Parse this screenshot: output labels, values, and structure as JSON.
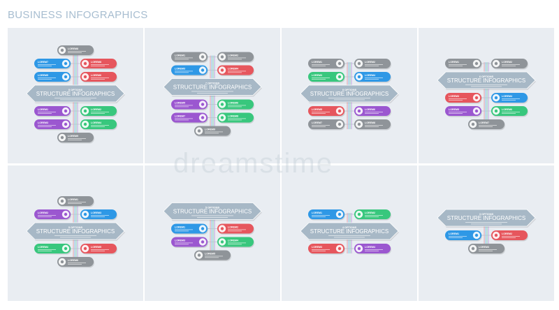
{
  "page": {
    "title": "BUSINESS INFOGRAPHICS"
  },
  "watermark": "dreamstime",
  "colors": {
    "panel": "#e9edf2",
    "header": "#a7b8c6",
    "gray": "#8f9499",
    "blue": "#2e98e6",
    "red": "#e6565d",
    "green": "#38c77d",
    "purple": "#9b57d0",
    "connector": "#b9c3cd"
  },
  "icon_names": [
    "people-icon",
    "gear-icon",
    "chart-icon",
    "target-icon",
    "person-icon",
    "bulb-icon",
    "clock-icon",
    "flag-icon"
  ],
  "header_text": {
    "subtitle": "5 OPTIONS",
    "title": "STRUCTURE INFOGRAPHICS"
  },
  "panels": [
    {
      "header": {
        "subtitle": "8 OPTIONS",
        "title": "STRUCTURE INFOGRAPHICS"
      },
      "top": [
        [
          "LOREM8",
          "gray"
        ]
      ],
      "pairs_top": [
        [
          [
            "LOREM7",
            "blue"
          ],
          [
            "LOREM8",
            "red"
          ]
        ],
        [
          [
            "LOREM5",
            "blue"
          ],
          [
            "LOREM6",
            "red"
          ]
        ]
      ],
      "pairs_bottom": [
        [
          [
            "LOREM1",
            "purple"
          ],
          [
            "LOREM2",
            "green"
          ]
        ],
        [
          [
            "LOREM3",
            "purple"
          ],
          [
            "LOREM4",
            "green"
          ]
        ]
      ],
      "bottom": [
        [
          "LOREM9",
          "gray"
        ]
      ]
    },
    {
      "header": {
        "subtitle": "7 OPTIONS",
        "title": "STRUCTURE INFOGRAPHICS"
      },
      "top": [],
      "pairs_top": [
        [
          [
            "LOREM1",
            "gray"
          ],
          [
            "LOREM2",
            "gray"
          ]
        ],
        [
          [
            "LOREM3",
            "blue"
          ],
          [
            "LOREM4",
            "red"
          ]
        ]
      ],
      "pairs_bottom": [
        [
          [
            "LOREM5",
            "purple"
          ],
          [
            "LOREM6",
            "green"
          ]
        ],
        [
          [
            "LOREM7",
            "purple"
          ],
          [
            "LOREM8",
            "green"
          ]
        ]
      ],
      "bottom": [
        [
          "LOREM9",
          "gray"
        ]
      ]
    },
    {
      "header": {
        "subtitle": "8 OPTIONS",
        "title": "STRUCTURE INFOGRAPHICS"
      },
      "top": [],
      "pairs_top": [
        [
          [
            "LOREM1",
            "gray"
          ],
          [
            "LOREM2",
            "gray"
          ]
        ],
        [
          [
            "LOREM3",
            "green"
          ],
          [
            "LOREM4",
            "blue"
          ]
        ]
      ],
      "pairs_bottom": [
        [
          [
            "LOREM5",
            "red"
          ],
          [
            "LOREM6",
            "purple"
          ]
        ],
        [
          [
            "LOREM7",
            "gray"
          ],
          [
            "LOREM8",
            "gray"
          ]
        ]
      ],
      "bottom": []
    },
    {
      "header": {
        "subtitle": "6 OPTIONS",
        "title": "STRUCTURE INFOGRAPHICS"
      },
      "top": [],
      "pairs_top": [
        [
          [
            "LOREM1",
            "gray"
          ],
          [
            "LOREM2",
            "gray"
          ]
        ]
      ],
      "pairs_bottom": [
        [
          [
            "LOREM3",
            "red"
          ],
          [
            "LOREM4",
            "blue"
          ]
        ],
        [
          [
            "LOREM5",
            "purple"
          ],
          [
            "LOREM6",
            "green"
          ]
        ]
      ],
      "bottom": [
        [
          "LOREM7",
          "gray"
        ]
      ]
    },
    {
      "header": {
        "subtitle": "5 OPTIONS",
        "title": "STRUCTURE INFOGRAPHICS"
      },
      "top": [
        [
          "LOREM1",
          "gray"
        ]
      ],
      "pairs_top": [
        [
          [
            "LOREM2",
            "purple"
          ],
          [
            "LOREM3",
            "blue"
          ]
        ]
      ],
      "pairs_bottom": [
        [
          [
            "LOREM4",
            "green"
          ],
          [
            "LOREM5",
            "red"
          ]
        ]
      ],
      "bottom": [
        [
          "LOREM6",
          "gray"
        ]
      ]
    },
    {
      "header": {
        "subtitle": "5 OPTIONS",
        "title": "STRUCTURE INFOGRAPHICS"
      },
      "top": [],
      "pairs_top": [],
      "pairs_bottom": [
        [
          [
            "LOREM1",
            "blue"
          ],
          [
            "LOREM2",
            "red"
          ]
        ],
        [
          [
            "LOREM3",
            "purple"
          ],
          [
            "LOREM4",
            "green"
          ]
        ]
      ],
      "bottom": [
        [
          "LOREM5",
          "gray"
        ]
      ]
    },
    {
      "header": {
        "subtitle": "4 OPTIONS",
        "title": "STRUCTURE INFOGRAPHICS"
      },
      "top": [],
      "pairs_top": [
        [
          [
            "LOREM1",
            "blue"
          ],
          [
            "LOREM2",
            "green"
          ]
        ]
      ],
      "pairs_bottom": [
        [
          [
            "LOREM3",
            "red"
          ],
          [
            "LOREM4",
            "purple"
          ]
        ]
      ],
      "bottom": []
    },
    {
      "header": {
        "subtitle": "3 OPTIONS",
        "title": "STRUCTURE INFOGRAPHICS"
      },
      "top": [],
      "pairs_top": [],
      "pairs_bottom": [
        [
          [
            "LOREM1",
            "blue"
          ],
          [
            "LOREM2",
            "red"
          ]
        ]
      ],
      "bottom": [
        [
          "LOREM3",
          "gray"
        ]
      ]
    }
  ]
}
